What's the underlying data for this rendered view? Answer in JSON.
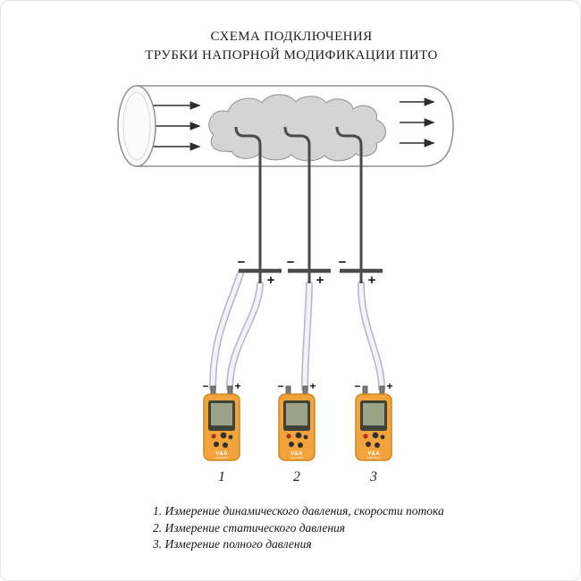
{
  "title": {
    "line1": "СХЕМА ПОДКЛЮЧЕНИЯ",
    "line2": "ТРУБКИ НАПОРНОЙ МОДИФИКАЦИИ ПИТО"
  },
  "probes": [
    {
      "minus": "−",
      "plus": "+"
    },
    {
      "minus": "−",
      "plus": "+"
    },
    {
      "minus": "−",
      "plus": "+"
    }
  ],
  "meters": [
    {
      "label": "1",
      "minus": "−",
      "plus": "+",
      "brand": "V&A"
    },
    {
      "label": "2",
      "minus": "−",
      "plus": "+",
      "brand": "V&A"
    },
    {
      "label": "3",
      "minus": "−",
      "plus": "+",
      "brand": "V&A"
    }
  ],
  "legend": [
    "1. Измерение динамического давления, скорости потока",
    "2. Измерение статического давления",
    "3. Измерение полного давления"
  ],
  "colors": {
    "meter_body": "#f2a33c",
    "meter_screen": "#9aa388",
    "cloud": "#d4d4d4",
    "hose_outer": "#b5b5c2",
    "hose_inner": "#f2f2f7"
  }
}
